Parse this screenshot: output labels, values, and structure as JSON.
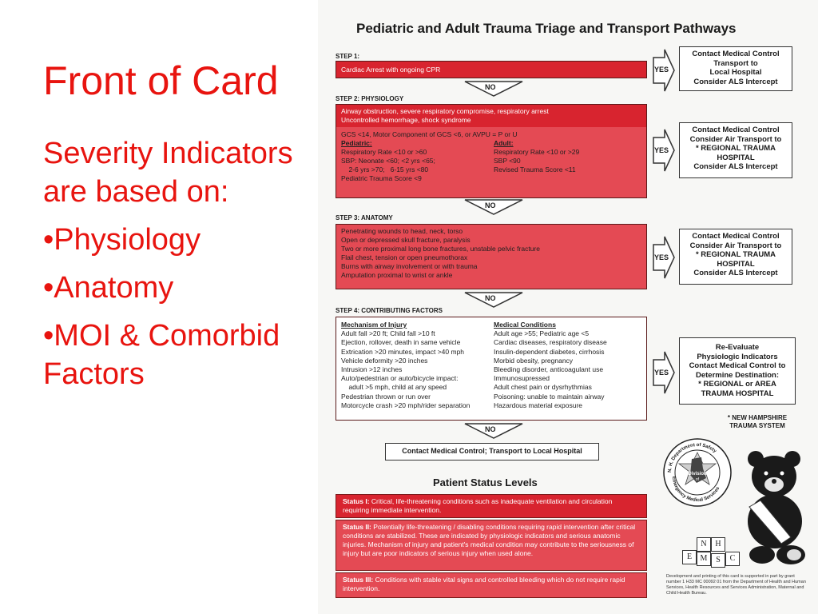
{
  "slide": {
    "title": "Front of Card",
    "intro": "Severity Indicators are based on:",
    "bullets": [
      "•Physiology",
      "•Anatomy",
      "•MOI & Comorbid Factors"
    ]
  },
  "card": {
    "title": "Pediatric and Adult Trauma Triage and Transport Pathways",
    "yes": "YES",
    "no": "NO",
    "step1": {
      "label": "STEP 1:",
      "lines": [
        "Cardiac Arrest with ongoing CPR"
      ],
      "result": [
        "Contact Medical Control",
        "Transport to",
        "Local Hospital",
        "Consider ALS Intercept"
      ]
    },
    "step2": {
      "label": "STEP 2: PHYSIOLOGY",
      "head_lines": [
        "Airway obstruction, severe respiratory compromise, respiratory arrest",
        "Uncontrolled hemorrhage, shock syndrome"
      ],
      "gcs": "GCS <14, Motor Component of GCS <6, or AVPU = P or U",
      "ped_title": "Pediatric:",
      "ped_lines": [
        "Respiratory Rate <10 or >60",
        "SBP: Neonate <60;   <2 yrs <65;",
        "    2-6 yrs >70;   6-15 yrs <80"
      ],
      "ped_score": "Pediatric Trauma Score <9",
      "adult_title": "Adult:",
      "adult_lines": [
        "Respiratory Rate <10 or >29",
        "SBP <90",
        "Revised Trauma Score <11"
      ],
      "result": [
        "Contact Medical Control",
        "Consider Air Transport to",
        "* REGIONAL TRAUMA",
        "HOSPITAL",
        "Consider ALS Intercept"
      ]
    },
    "step3": {
      "label": "STEP 3: ANATOMY",
      "lines": [
        "Penetrating wounds to head, neck, torso",
        "Open or depressed skull fracture, paralysis",
        "Two or more proximal long bone fractures, unstable pelvic fracture",
        "Flail chest, tension or open pneumothorax",
        "Burns with airway involvement or with trauma",
        "Amputation proximal to wrist or ankle"
      ],
      "result": [
        "Contact Medical Control",
        "Consider Air Transport to",
        "* REGIONAL TRAUMA",
        "HOSPITAL",
        "Consider ALS Intercept"
      ]
    },
    "step4": {
      "label": "STEP 4: CONTRIBUTING FACTORS",
      "moi_title": "Mechanism of Injury",
      "moi_lines": [
        "Adult fall >20 ft; Child fall >10 ft",
        "Ejection, rollover, death in same vehicle",
        "Extrication >20 minutes, impact >40 mph",
        "Vehicle deformity >20 inches",
        "Intrusion >12 inches",
        "Auto/pedestrian or auto/bicycle impact:",
        "    adult >5 mph, child at any speed",
        "Pedestrian thrown or run over",
        "Motorcycle crash >20 mph/rider separation"
      ],
      "med_title": "Medical Conditions",
      "med_lines": [
        "Adult age >55; Pediatric age <5",
        "Cardiac diseases, respiratory disease",
        "Insulin-dependent diabetes, cirrhosis",
        "Morbid obesity, pregnancy",
        "Bleeding disorder, anticoagulant use",
        "Immunosupressed",
        "Adult chest pain or dysrhythmias",
        "Poisoning: unable to maintain airway",
        "Hazardous material exposure"
      ],
      "result": [
        "Re-Evaluate",
        "Physiologic Indicators",
        "Contact Medical Control to",
        "Determine Destination:",
        "* REGIONAL or AREA",
        "TRAUMA HOSPITAL"
      ]
    },
    "footnote": [
      "* NEW HAMPSHIRE",
      "TRAUMA SYSTEM"
    ],
    "final": "Contact Medical Control; Transport to Local Hospital",
    "status_title": "Patient Status Levels",
    "status": [
      {
        "level": "Status I:",
        "text": "Critical, life-threatening conditions such as inadequate ventilation and circulation requiring immediate intervention."
      },
      {
        "level": "Status II:",
        "text": "Potentially life-threatening / disabling conditions requiring rapid intervention after critical conditions are stabilized. These are indicated by physiologic indicators and serious anatomic injuries. Mechanism of injury and patient's medical condition may contribute to the seriousness of injury but are poor indicators of serious injury when used alone."
      },
      {
        "level": "Status III:",
        "text": "Conditions with stable vital signs and controlled bleeding which do not require rapid intervention."
      }
    ],
    "seal_text": "N. H. Department of Safety Emergency Medical Services",
    "seal_center": [
      "Division",
      "of",
      "Medical Services"
    ],
    "blocks": [
      "N",
      "H",
      "E",
      "M",
      "S",
      "C"
    ],
    "credit": "Development and printing of this card is supported in part by grant number 1 H33 MC 00092 01 from the Department of Health and Human Services, Health Resources and Services Administration, Maternal and Child Health Bureau."
  },
  "colors": {
    "slide_red": "#e8140f",
    "card_red": "#e44a54",
    "card_head_red": "#d8242f"
  }
}
